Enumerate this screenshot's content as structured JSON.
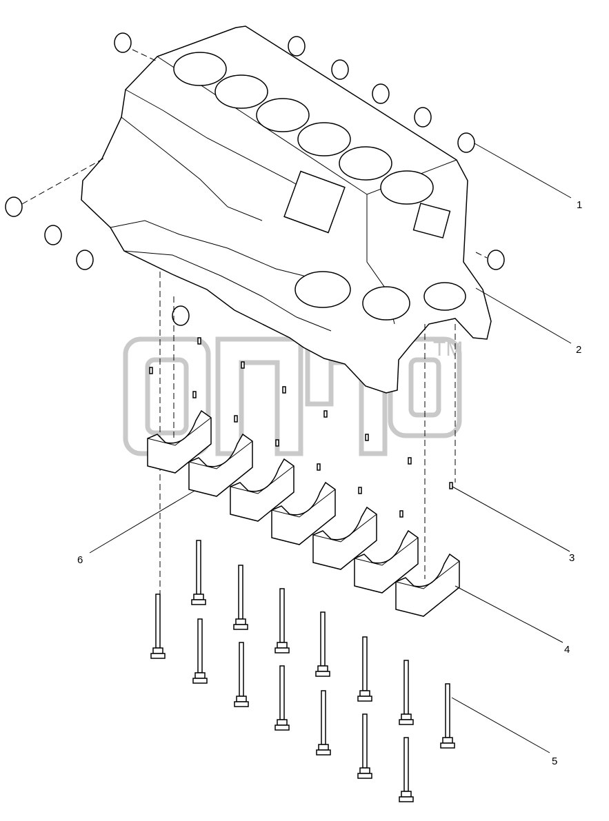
{
  "watermark": {
    "trademark": "TM"
  },
  "callouts": [
    {
      "id": "1",
      "label": "1"
    },
    {
      "id": "2",
      "label": "2"
    },
    {
      "id": "3",
      "label": "3"
    },
    {
      "id": "4",
      "label": "4"
    },
    {
      "id": "5",
      "label": "5"
    },
    {
      "id": "6",
      "label": "6"
    }
  ]
}
